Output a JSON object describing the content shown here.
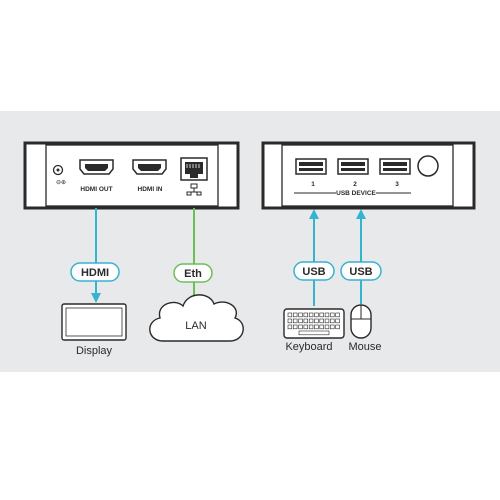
{
  "left_device": {
    "port_hdmi_out": "HDMI OUT",
    "port_hdmi_in": "HDMI IN",
    "link_hdmi": "HDMI",
    "link_eth": "Eth",
    "display_label": "Display",
    "lan_label": "LAN"
  },
  "right_device": {
    "usb_port_numbers": [
      "1",
      "2",
      "3"
    ],
    "usb_device_label": "USB DEVICE",
    "link_usb_keyboard": "USB",
    "link_usb_mouse": "USB",
    "keyboard_label": "Keyboard",
    "mouse_label": "Mouse"
  },
  "colors": {
    "background_panel": "#e8e9eb",
    "device_body": "#ffffff",
    "device_outline": "#2a2a2a",
    "hdmi_line": "#35b3cf",
    "eth_line": "#6cbf55",
    "usb_line": "#35b3cf"
  }
}
